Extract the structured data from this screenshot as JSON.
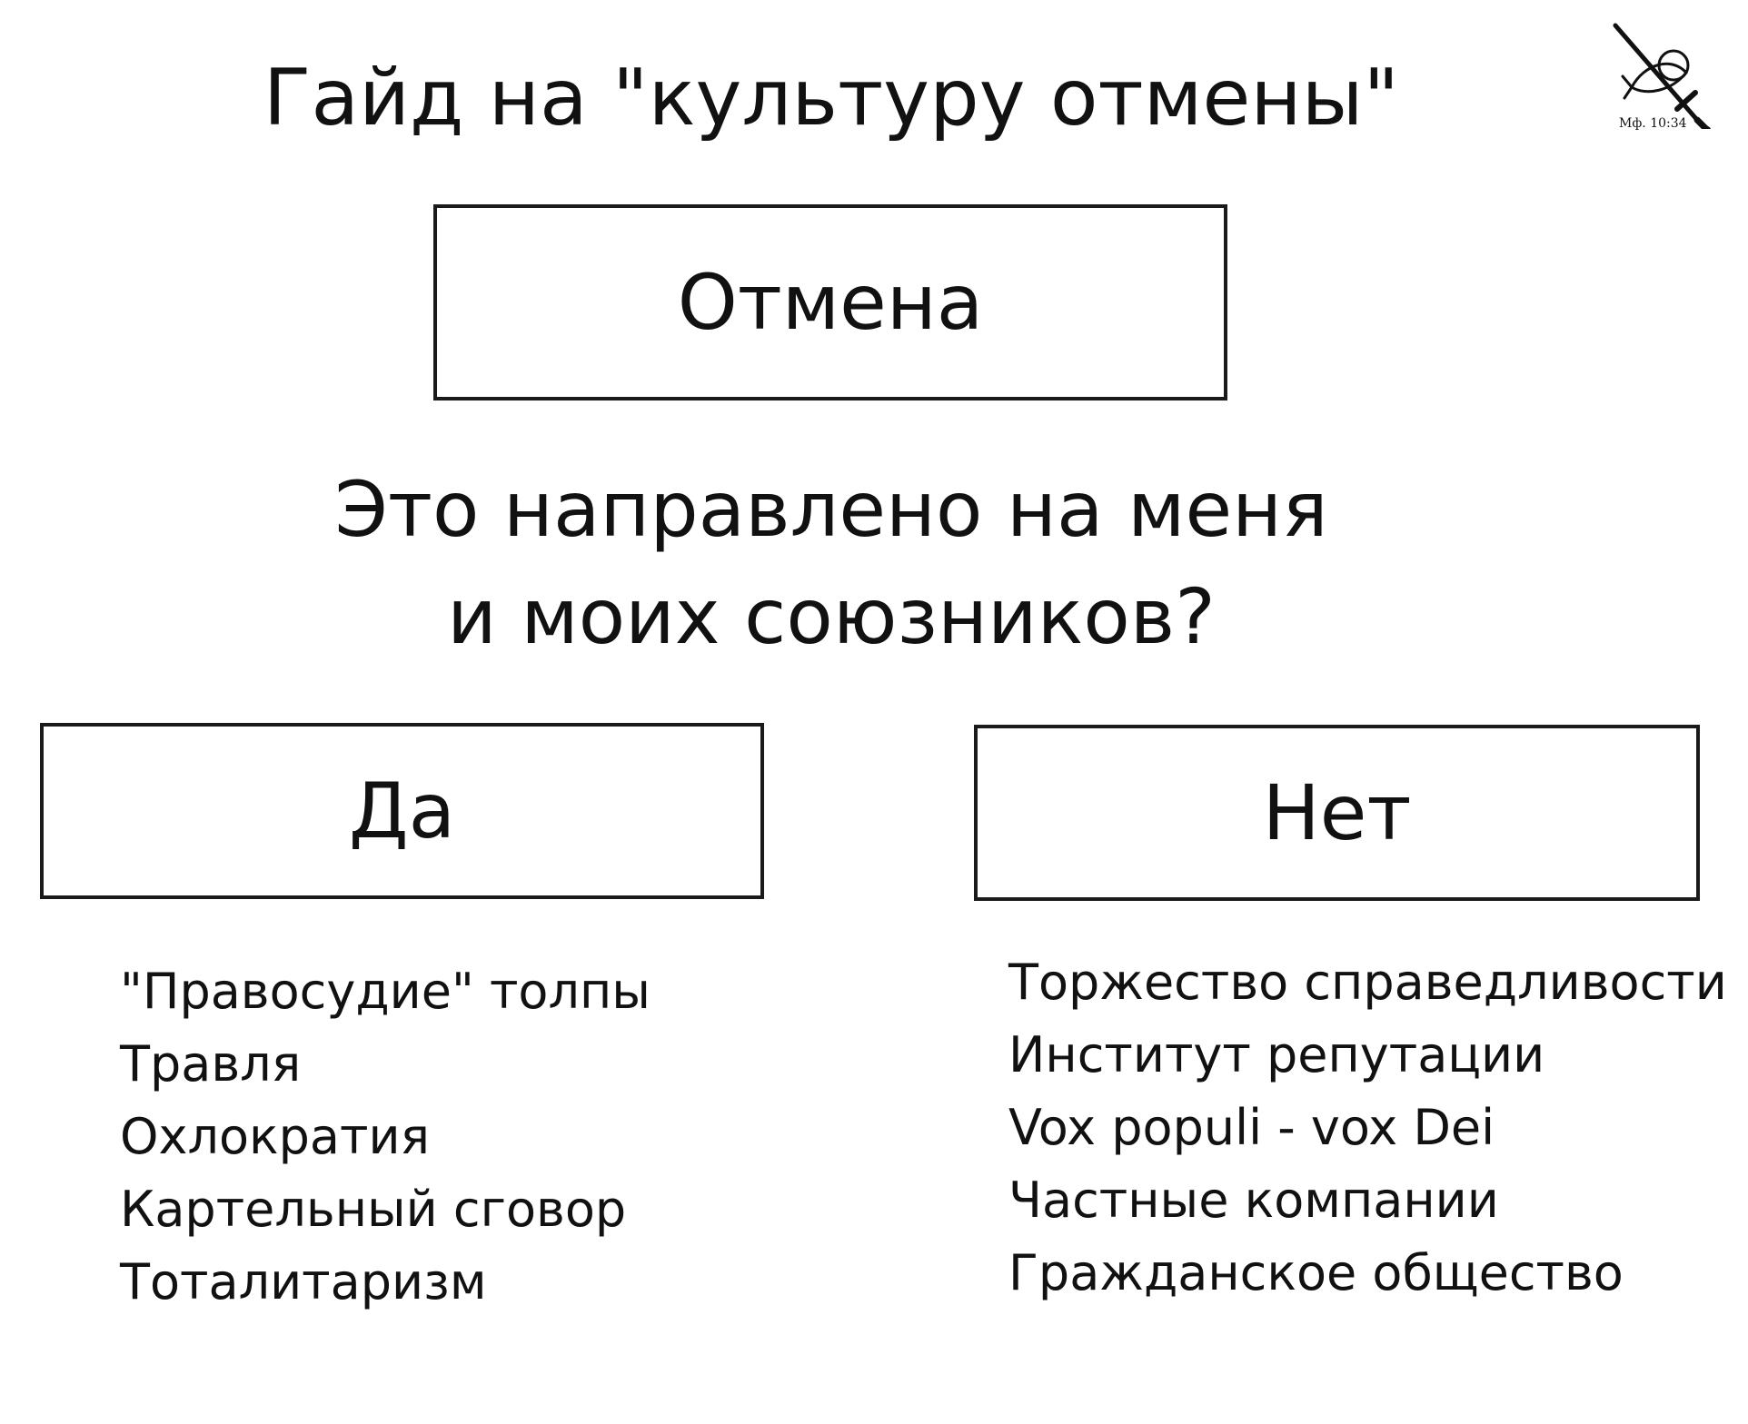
{
  "title": "Гайд на \"культуру отмены\"",
  "main_box": {
    "label": "Отмена"
  },
  "question": {
    "line1": "Это направлено на меня",
    "line2": "и моих союзников?"
  },
  "branches": {
    "yes": {
      "label": "Да",
      "items": [
        "\"Правосудие\" толпы",
        "Травля",
        "Охлократия",
        "Картельный сговор",
        "Тоталитаризм"
      ]
    },
    "no": {
      "label": "Нет",
      "items": [
        "Торжество справедливости",
        "Институт репутации",
        "Vox populi - vox Dei",
        "Частные компании",
        "Гражданское общество"
      ]
    }
  },
  "logo": {
    "caption": "Мф. 10:34",
    "icon": "crossed-sword-and-fish-icon"
  }
}
